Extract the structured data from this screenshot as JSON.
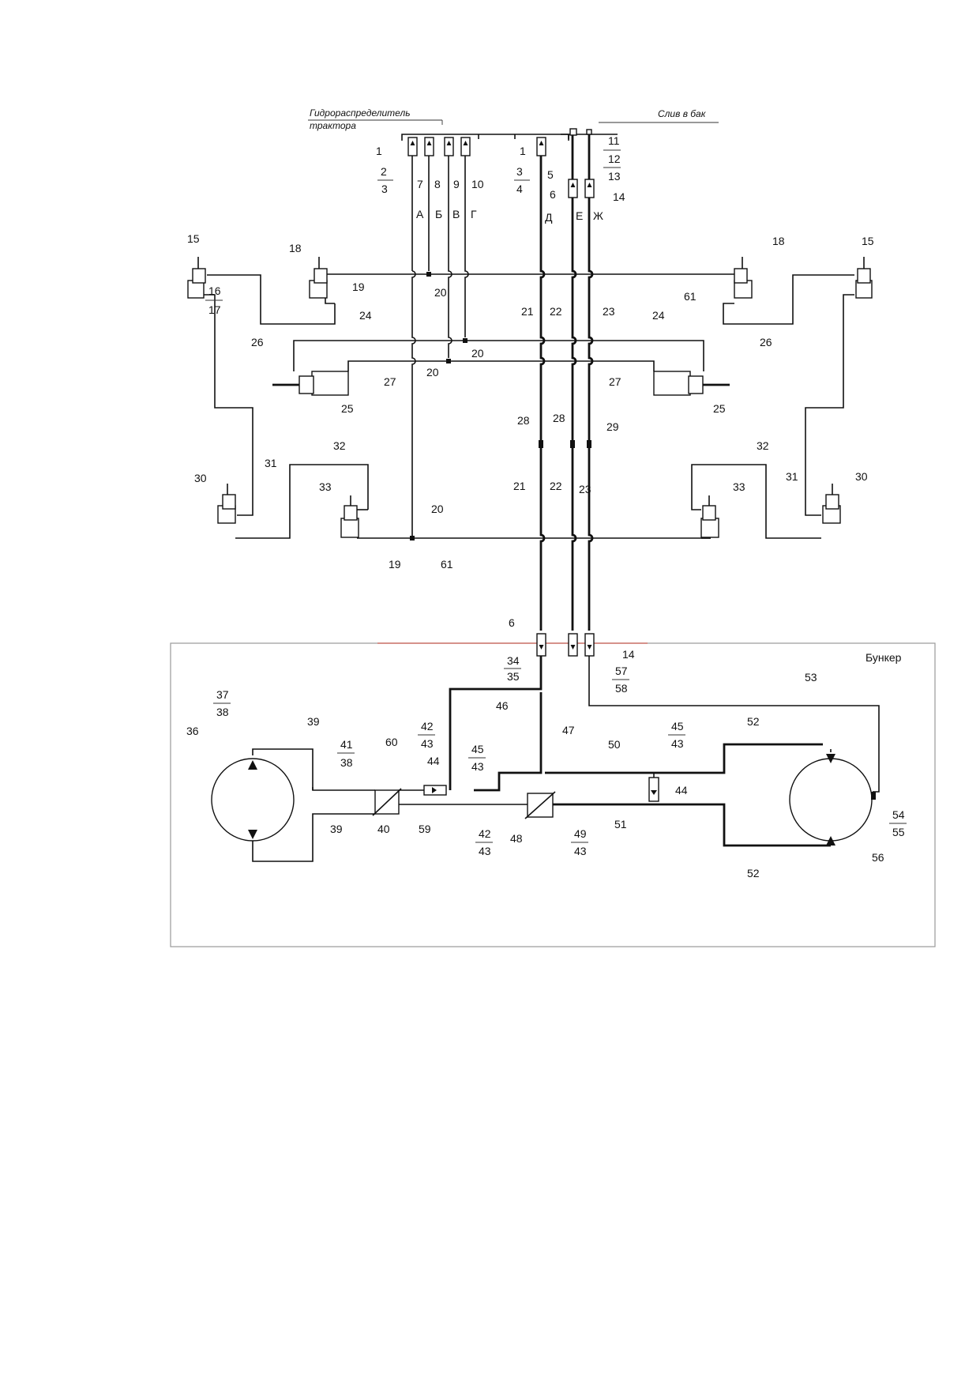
{
  "headers": {
    "distributor_line1": "Гидрораспределитель",
    "distributor_line2": "трактора",
    "drain": "Слив в бак",
    "bunker": "Бункер"
  },
  "line_letters": [
    "А",
    "Б",
    "В",
    "Г",
    "Д",
    "Е",
    "Ж"
  ],
  "labels": {
    "n1": "1",
    "n2": "2",
    "n3": "3",
    "n4": "4",
    "n5": "5",
    "n6": "6",
    "n7": "7",
    "n8": "8",
    "n9": "9",
    "n10": "10",
    "n11": "11",
    "n12": "12",
    "n13": "13",
    "n14": "14",
    "n15": "15",
    "n16": "16",
    "n17": "17",
    "n18": "18",
    "n19": "19",
    "n20": "20",
    "n21": "21",
    "n22": "22",
    "n23": "23",
    "n24": "24",
    "n25": "25",
    "n26": "26",
    "n27": "27",
    "n28": "28",
    "n29": "29",
    "n30": "30",
    "n31": "31",
    "n32": "32",
    "n33": "33",
    "n34": "34",
    "n35": "35",
    "n36": "36",
    "n37": "37",
    "n38": "38",
    "n39": "39",
    "n40": "40",
    "n41": "41",
    "n42": "42",
    "n43": "43",
    "n44": "44",
    "n45": "45",
    "n46": "46",
    "n47": "47",
    "n48": "48",
    "n49": "49",
    "n50": "50",
    "n51": "51",
    "n52": "52",
    "n53": "53",
    "n54": "54",
    "n55": "55",
    "n56": "56",
    "n57": "57",
    "n58": "58",
    "n59": "59",
    "n60": "60",
    "n61": "61"
  },
  "colors": {
    "line": "#111111",
    "frame": "#9a9a9a",
    "accent_top_frame": "#c0392b"
  }
}
